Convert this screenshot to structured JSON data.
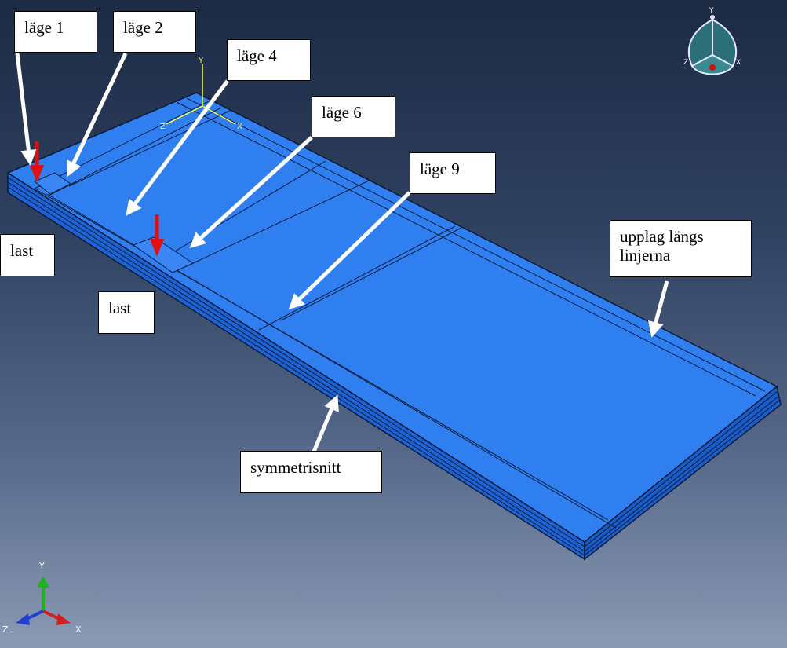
{
  "callouts": {
    "lage1": "läge 1",
    "lage2": "läge 2",
    "lage4": "läge 4",
    "lage6": "läge 6",
    "lage9": "läge 9",
    "last_left": "last",
    "last_mid": "last",
    "upplag": "upplag längs\nlinjerna",
    "symmetrisnitt": "symmetrisnitt"
  },
  "axes": {
    "x": "X",
    "y": "Y",
    "z": "Z"
  },
  "colors": {
    "plate_top": "#2f7ff0",
    "plate_side": "#1d63d4",
    "plate_edge": "#0a1a3a",
    "arrow_white": "#ffffff",
    "load_arrow": "#e01010",
    "axis_x": "#d02020",
    "axis_y": "#20b020",
    "axis_z": "#2040d0",
    "triad": "#ffff40"
  },
  "icons": {
    "view_cube": "view-cube-icon",
    "global_triad": "coordinate-triad-icon",
    "local_triad": "local-csys-icon"
  }
}
